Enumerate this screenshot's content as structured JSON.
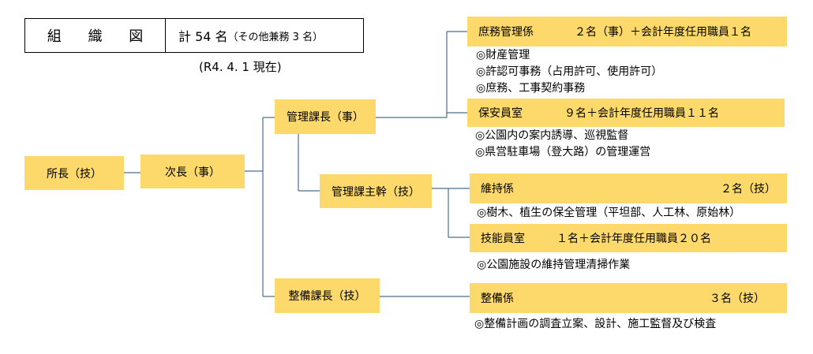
{
  "header": {
    "title": "組 織 図",
    "total_main": "計 54 名",
    "total_note": "（その他兼務 3 名）",
    "as_of": "(R4. 4. 1 現在)"
  },
  "colors": {
    "box_fill": "#fdd86a",
    "line": "#4a6f8c",
    "text": "#000000"
  },
  "org": {
    "director": "所長（技）",
    "deputy": "次長（事）",
    "admin_chief": "管理課長（事）",
    "admin_senior": "管理課主幹（技）",
    "maint_chief": "整備課長（技）"
  },
  "units": {
    "general_affairs": {
      "name": "庶務管理係",
      "count": "２名（事）＋会計年度任用職員１名",
      "duties": [
        "◎財産管理",
        "◎許認可事務（占用許可、使用許可）",
        "◎庶務、工事契約事務"
      ]
    },
    "security": {
      "name": "保安員室",
      "count": "９名＋会計年度任用職員１１名",
      "duties": [
        "◎公園内の案内誘導、巡視監督",
        "◎県営駐車場（登大路）の管理運営"
      ]
    },
    "maintenance": {
      "name": "維持係",
      "count": "２名（技）",
      "duties": [
        "◎樹木、植生の保全管理（平坦部、人工林、原始林）"
      ]
    },
    "technical": {
      "name": "技能員室",
      "count": "１名＋会計年度任用職員２０名",
      "duties": [
        "◎公園施設の維持管理清掃作業"
      ]
    },
    "development": {
      "name": "整備係",
      "count": "３名（技）",
      "duties": [
        "◎整備計画の調査立案、設計、施工監督及び検査"
      ]
    }
  }
}
